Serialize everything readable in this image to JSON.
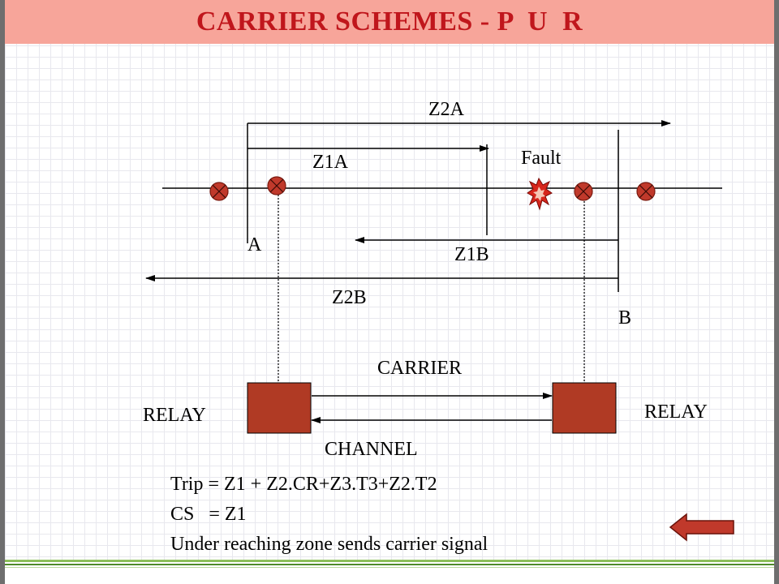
{
  "slide": {
    "title": "CARRIER SCHEMES - P  U  R"
  },
  "diagram": {
    "labels": {
      "z2a": "Z2A",
      "z1a": "Z1A",
      "fault": "Fault",
      "a": "A",
      "z1b": "Z1B",
      "z2b": "Z2B",
      "b": "B",
      "carrier": "CARRIER",
      "relay_left": "RELAY",
      "relay_right": "RELAY",
      "channel": "CHANNEL"
    },
    "formulas": {
      "trip": "Trip = Z1 + Z2.CR+Z3.T3+Z2.T2",
      "cs": "CS   = Z1",
      "note": "Under reaching zone sends carrier signal"
    },
    "colors": {
      "title_bg": "#f7a59a",
      "title_text": "#c0161c",
      "relay_box": "#b03a24",
      "breaker_fill": "#c0392b",
      "back_arrow": "#c0392b"
    },
    "icons": {
      "breaker": "circuit-breaker-icon",
      "fault": "fault-burst-icon",
      "back": "back-arrow-icon"
    }
  }
}
